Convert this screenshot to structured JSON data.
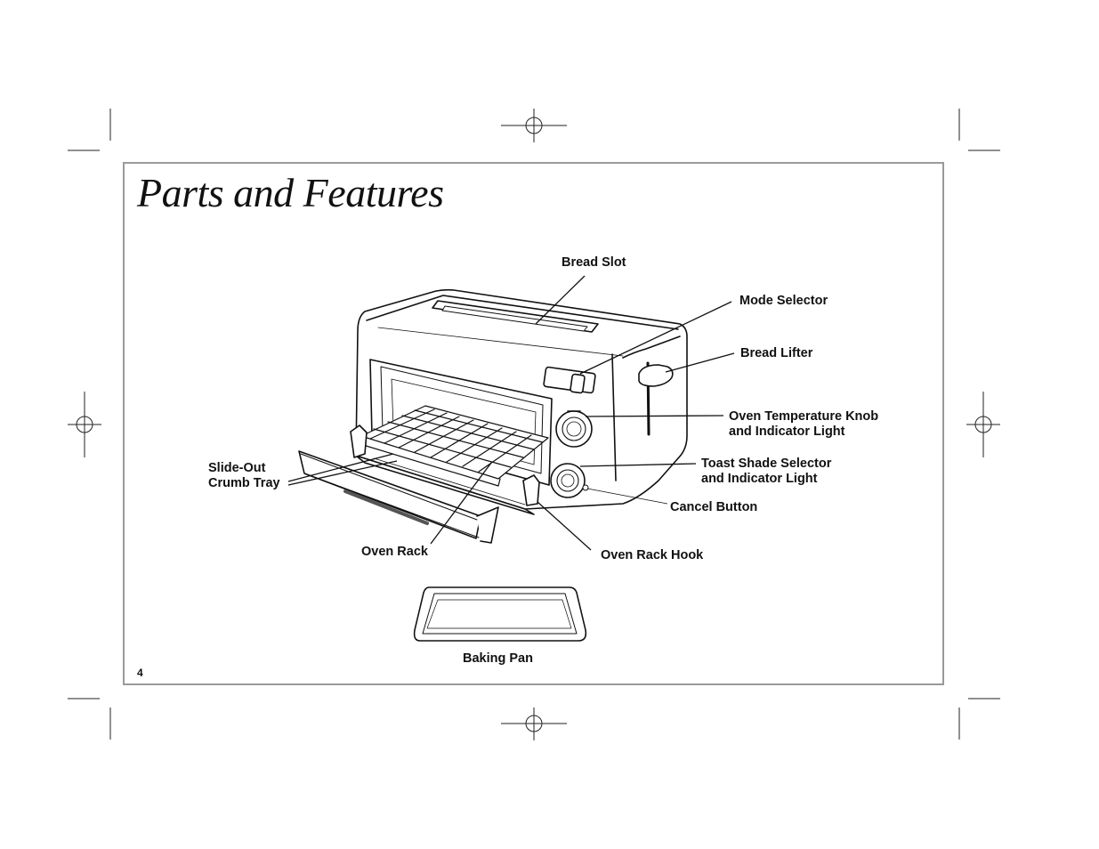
{
  "page": {
    "title": "Parts and Features",
    "page_number": "4"
  },
  "labels": {
    "bread_slot": "Bread Slot",
    "mode_selector": "Mode Selector",
    "bread_lifter": "Bread Lifter",
    "oven_temp_knob_line1": "Oven Temperature Knob",
    "oven_temp_knob_line2": "and Indicator Light",
    "toast_shade_line1": "Toast Shade Selector",
    "toast_shade_line2": "and Indicator Light",
    "cancel_button": "Cancel Button",
    "crumb_tray_line1": "Slide-Out",
    "crumb_tray_line2": "Crumb Tray",
    "oven_rack": "Oven Rack",
    "oven_rack_hook": "Oven Rack Hook",
    "baking_pan": "Baking Pan"
  }
}
